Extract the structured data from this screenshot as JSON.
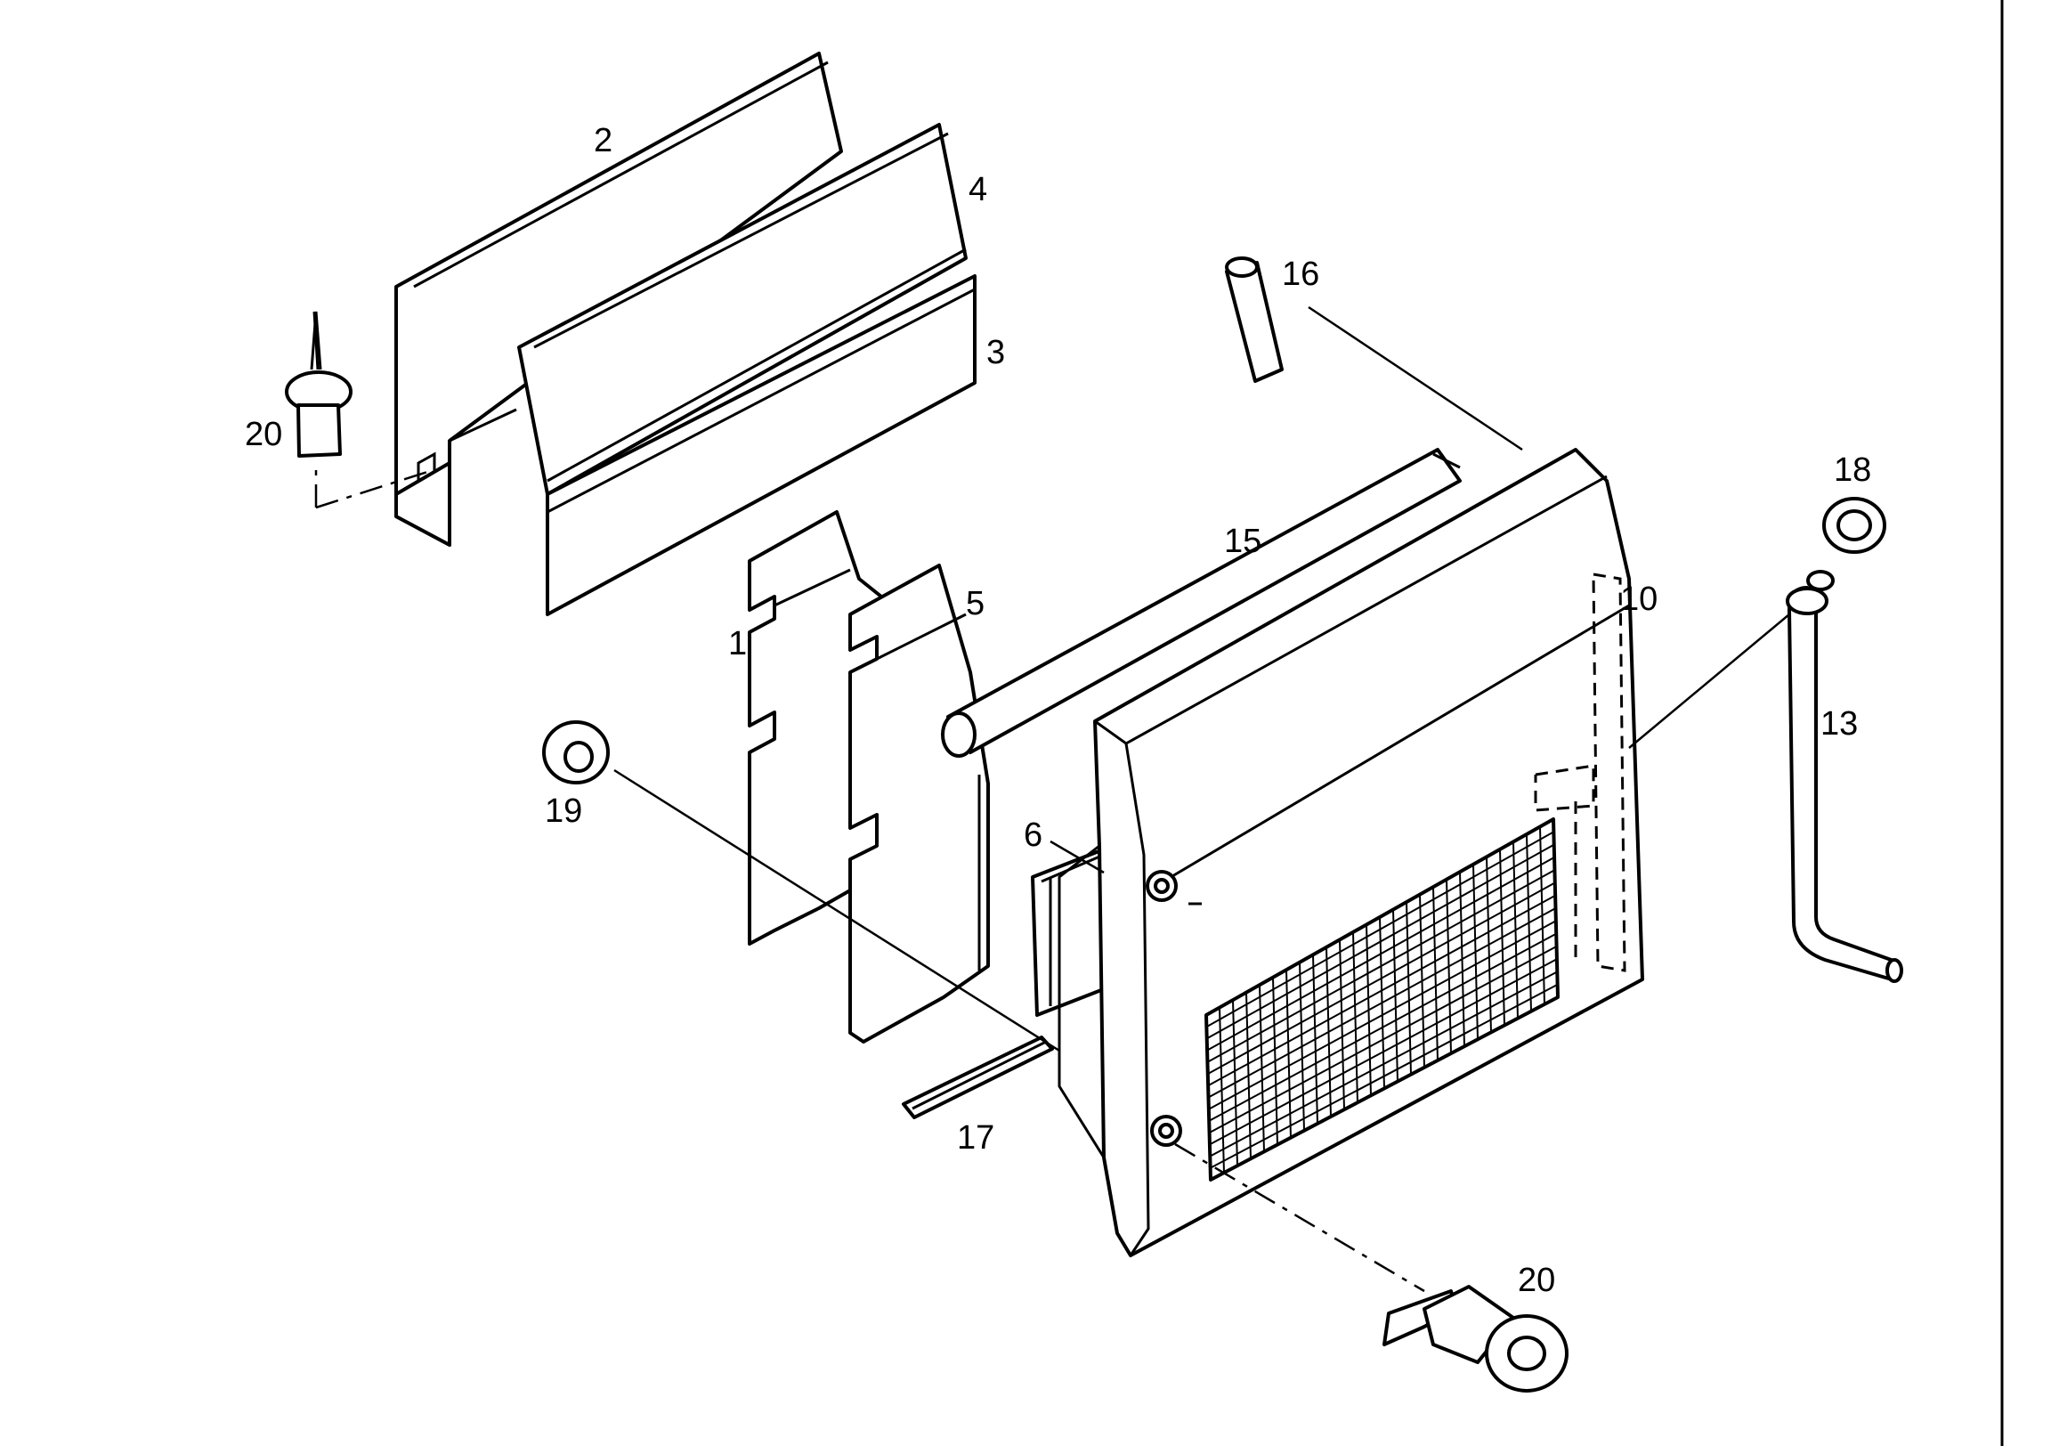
{
  "labels": {
    "p1": "1",
    "p2": "2",
    "p3": "3",
    "p4": "4",
    "p5": "5",
    "p6": "6",
    "p10": "10",
    "p13": "13",
    "p15": "15",
    "p16": "16",
    "p17": "17",
    "p18": "18",
    "p19": "19",
    "p20a": "20",
    "p20b": "20"
  }
}
